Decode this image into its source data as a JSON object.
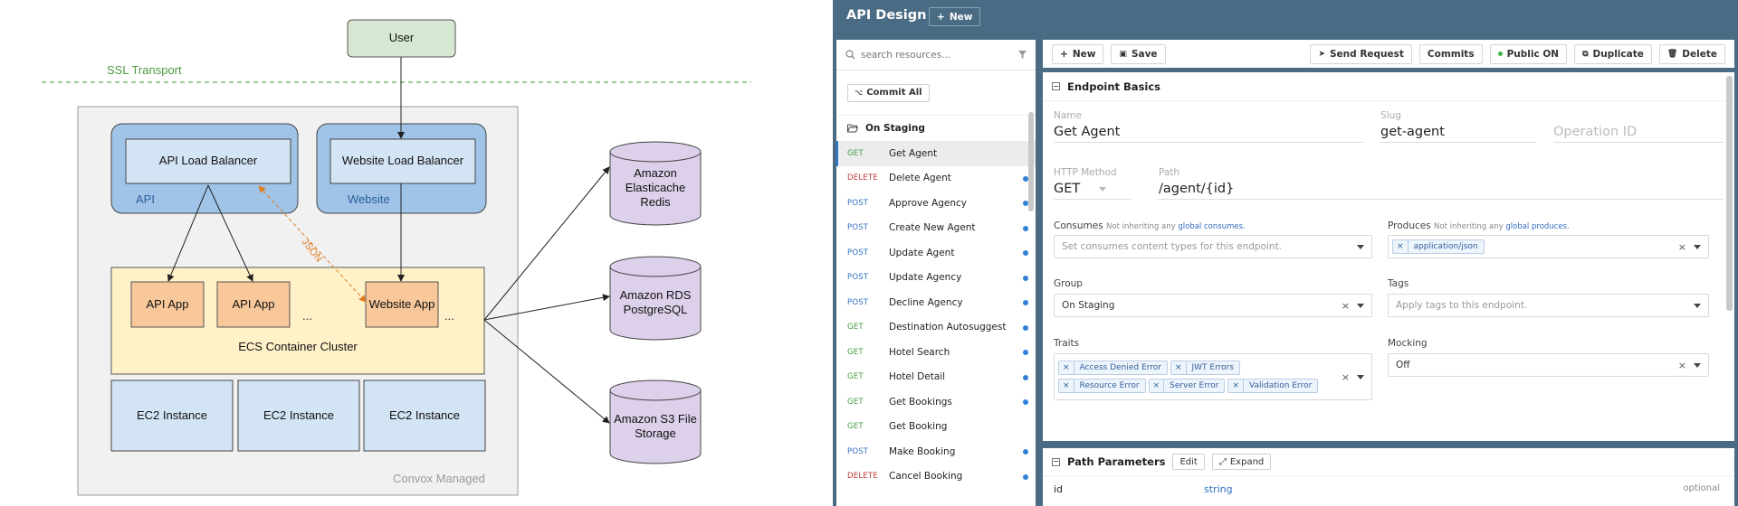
{
  "diagram": {
    "ssl_label": "SSL Transport",
    "user": "User",
    "api_lb": "API Load Balancer",
    "api_group": "API",
    "web_lb": "Website Load Balancer",
    "web_group": "Website",
    "json_label": "JSON",
    "api_app_1": "API App",
    "api_app_2": "API App",
    "ellipsis_1": "...",
    "website_app": "Website App",
    "ellipsis_2": "...",
    "ecs_cluster": "ECS Container Cluster",
    "ec2_1": "EC2 Instance",
    "ec2_2": "EC2 Instance",
    "ec2_3": "EC2 Instance",
    "managed": "Convox Managed",
    "redis": "Amazon Elasticache Redis",
    "rds": "Amazon RDS PostgreSQL",
    "s3": "Amazon S3 File Storage"
  },
  "app": {
    "title": "API Design",
    "top_new": "New",
    "search_placeholder": "search resources...",
    "commit_all": "Commit All",
    "group": "On Staging",
    "endpoints": [
      {
        "method": "GET",
        "name": "Get Agent",
        "dot": false
      },
      {
        "method": "DELETE",
        "name": "Delete Agent",
        "dot": true
      },
      {
        "method": "POST",
        "name": "Approve Agency",
        "dot": true
      },
      {
        "method": "POST",
        "name": "Create New Agent",
        "dot": true
      },
      {
        "method": "POST",
        "name": "Update Agent",
        "dot": true
      },
      {
        "method": "POST",
        "name": "Update Agency",
        "dot": true
      },
      {
        "method": "POST",
        "name": "Decline Agency",
        "dot": true
      },
      {
        "method": "GET",
        "name": "Destination Autosuggest",
        "dot": true
      },
      {
        "method": "GET",
        "name": "Hotel Search",
        "dot": true
      },
      {
        "method": "GET",
        "name": "Hotel Detail",
        "dot": true
      },
      {
        "method": "GET",
        "name": "Get Bookings",
        "dot": true
      },
      {
        "method": "GET",
        "name": "Get Booking",
        "dot": false
      },
      {
        "method": "POST",
        "name": "Make Booking",
        "dot": true
      },
      {
        "method": "DELETE",
        "name": "Cancel Booking",
        "dot": true
      }
    ],
    "toolbar": {
      "new": "New",
      "save": "Save",
      "send_request": "Send Request",
      "commits": "Commits",
      "public": "Public ON",
      "duplicate": "Duplicate",
      "delete": "Delete"
    },
    "basics": {
      "title": "Endpoint Basics",
      "name_label": "Name",
      "name_value": "Get Agent",
      "slug_label": "Slug",
      "slug_value": "get-agent",
      "operation_placeholder": "Operation ID",
      "method_label": "HTTP Method",
      "method_value": "GET",
      "path_label": "Path",
      "path_value": "/agent/{id}",
      "consumes_label": "Consumes",
      "consumes_hint": "Not inheriting any",
      "consumes_link": "global consumes.",
      "consumes_placeholder": "Set consumes content types for this endpoint.",
      "produces_label": "Produces",
      "produces_hint": "Not inheriting any",
      "produces_link": "global produces.",
      "produces_chip": "application/json",
      "group_label": "Group",
      "group_value": "On Staging",
      "tags_label": "Tags",
      "tags_placeholder": "Apply tags to this endpoint.",
      "traits_label": "Traits",
      "traits": [
        "Access Denied Error",
        "JWT Errors",
        "Resource Error",
        "Server Error",
        "Validation Error"
      ],
      "mocking_label": "Mocking",
      "mocking_value": "Off"
    },
    "path_params": {
      "title": "Path Parameters",
      "edit": "Edit",
      "expand": "Expand",
      "param_name": "id",
      "param_type": "string",
      "param_req": "optional"
    }
  }
}
